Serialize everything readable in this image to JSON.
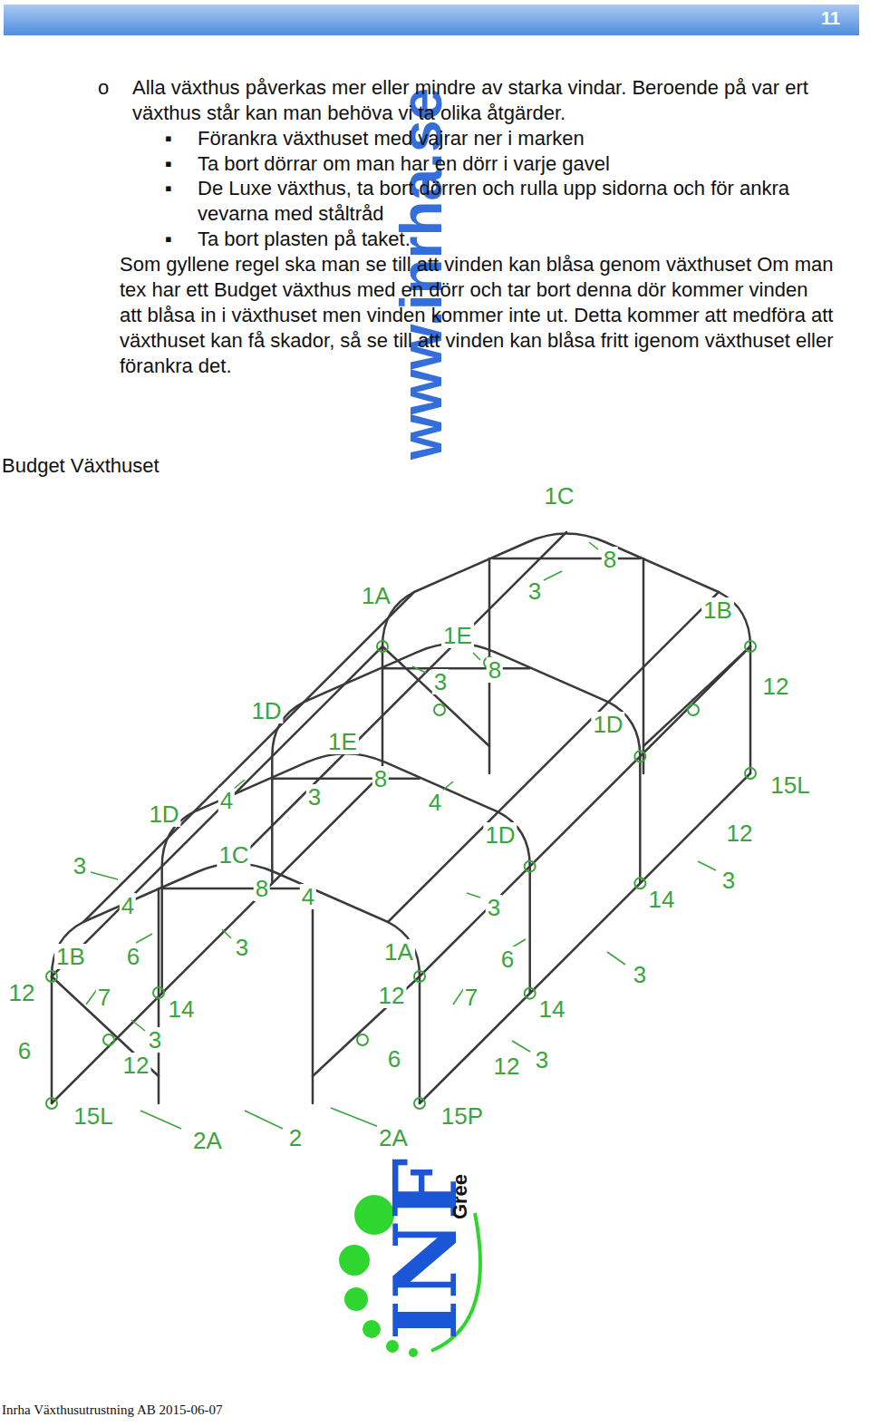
{
  "diagram": {
    "title": "Budget Växthuset",
    "labels": [
      "11",
      "o",
      "Alla växthus påverkas mer eller mindre av starka vindar. Beroende på var ert växthus står kan man behöva vi ta olika åtgärder.",
      "▪",
      "Förankra växthuset med vajrar ner i marken",
      "▪",
      "Ta bort dörrar om man har en dörr i varje gavel",
      "▪",
      "De Luxe växthus, ta bort dörren och rulla upp sidorna och för ankra vevarna med ståltråd",
      "▪",
      "Ta bort plasten på taket.",
      "Som gyllene regel ska man se till att vinden kan blåsa genom växthuset Om man tex har ett Budget växthus med en dörr och tar bort denna dör kommer vinden att blåsa in i växthuset men vinden kommer inte ut. Detta kommer att medföra att växthuset kan få skador, så se till att vinden kan blåsa fritt igenom växthuset eller förankra det.",
      "www.inrha.se",
      "1C",
      "8",
      "3",
      "1A",
      "1B",
      "1E",
      "8",
      "3",
      "12",
      "1D",
      "1D",
      "1E",
      "8",
      "3",
      "4",
      "4",
      "15L",
      "1D",
      "12",
      "1D",
      "1C",
      "3",
      "8",
      "4",
      "4",
      "3",
      "3",
      "14",
      "1B",
      "6",
      "3",
      "1A",
      "6",
      "3",
      "12",
      "7",
      "14",
      "12",
      "7",
      "14",
      "3",
      "6",
      "12",
      "6",
      "12",
      "3",
      "15L",
      "2A",
      "2",
      "2A",
      "15P",
      "INF",
      "Gree",
      "Inrha Växthusutrustning AB 2015-06-07"
    ]
  }
}
